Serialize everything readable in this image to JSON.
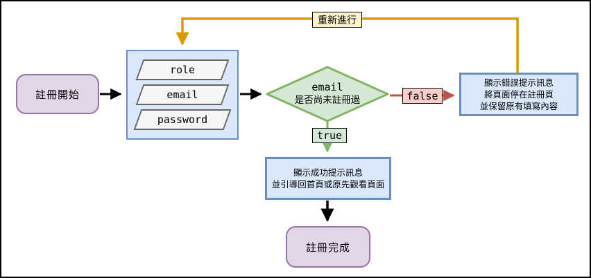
{
  "flowchart": {
    "start": {
      "label": "註冊開始"
    },
    "inputs": {
      "fields": [
        "role",
        "email",
        "password"
      ]
    },
    "decision": {
      "title": "email",
      "question": "是否尚未註冊過"
    },
    "error_box": {
      "lines": [
        "顯示錯誤提示訊息",
        "將頁面停在註冊頁",
        "並保留原有填寫內容"
      ]
    },
    "success_box": {
      "lines": [
        "顯示成功提示訊息",
        "並引導回首頁或原先觀看頁面"
      ]
    },
    "end": {
      "label": "註冊完成"
    },
    "edge_labels": {
      "retry": "重新進行",
      "false": "false",
      "true": "true"
    },
    "colors": {
      "purple_fill": "#e1d5e7",
      "purple_stroke": "#9673a6",
      "blue_fill": "#dae8fc",
      "blue_stroke": "#6c8ebf",
      "green_fill": "#d5e8d4",
      "green_stroke": "#82b366",
      "parallelogram_fill": "#f5f5f5",
      "parallelogram_stroke": "#666666",
      "retry_label_fill": "#fff2cc",
      "false_label_fill": "#f8cecc",
      "false_edge_stroke": "#b85450",
      "retry_edge_stroke": "#d79b00",
      "black_edge_stroke": "#000000"
    }
  }
}
